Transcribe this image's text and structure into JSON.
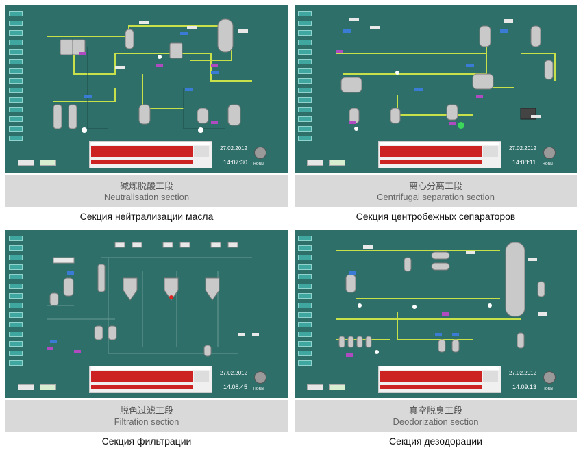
{
  "panels": [
    {
      "id": "neutralisation",
      "caption_cn": "碱炼脱酸工段",
      "caption_en": "Neutralisation section",
      "caption_ru": "Секция нейтрализации масла",
      "date": "27.02.2012",
      "time": "14:07:30",
      "knob_label": "HORN"
    },
    {
      "id": "centrifugal",
      "caption_cn": "离心分离工段",
      "caption_en": "Centrifugal separation section",
      "caption_ru": "Секция центробежных сепараторов",
      "date": "27.02.2012",
      "time": "14:08:11",
      "knob_label": "HORN"
    },
    {
      "id": "filtration",
      "caption_cn": "脱色过滤工段",
      "caption_en": "Filtration section",
      "caption_ru": "Секция фильтрации",
      "date": "27.02.2012",
      "time": "14:08:45",
      "knob_label": "HORN"
    },
    {
      "id": "deodorization",
      "caption_cn": "真空脱臭工段",
      "caption_en": "Deodorization section",
      "caption_ru": "Секция дезодорации",
      "date": "27.02.2012",
      "time": "14:09:13",
      "knob_label": "HORN"
    }
  ],
  "colors": {
    "screen_bg": "#2e6f6a",
    "pipe": "#c8e04a",
    "alarm": "#cc2222",
    "caption_bg": "#d9d9d9"
  }
}
